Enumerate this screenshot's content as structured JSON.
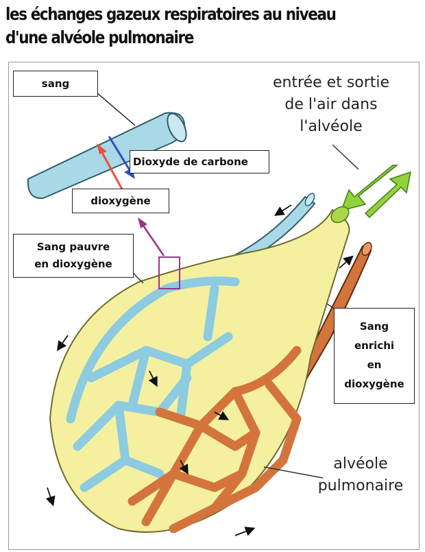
{
  "page": {
    "title": "les échanges gazeux respiratoires au niveau d'une alvéole pulmonaire"
  },
  "labels": {
    "sang": "sang",
    "co2": "Dioxyde de carbone",
    "o2": "dioxygène",
    "sang_pauvre_line1": "Sang pauvre",
    "sang_pauvre_line2": "en dioxygène",
    "air_line1": "entrée et sortie",
    "air_line2": "de l'air dans",
    "air_line3": "l'alvéole",
    "sang_enrichi_line1": "Sang",
    "sang_enrichi_line2": "enrichi",
    "sang_enrichi_line3": "en",
    "sang_enrichi_line4": "dioxygène",
    "alveole_line1": "alvéole",
    "alveole_line2": "pulmonaire"
  },
  "colors": {
    "blood_poor": "#a9d8e6",
    "blood_rich": "#d4743d",
    "alveolus": "#f4f0a0",
    "o2_arrow": "#e8503a",
    "co2_arrow": "#2a4fc8",
    "highlight": "#a0308a",
    "air_arrow": "#8fd23a"
  }
}
